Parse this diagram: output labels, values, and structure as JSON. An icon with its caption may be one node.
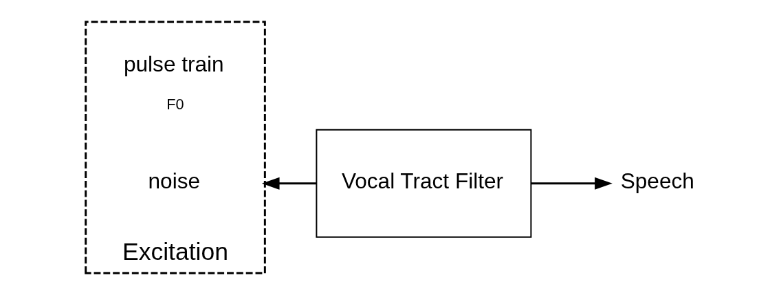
{
  "diagram": {
    "nodes": [
      {
        "text": [
          "Excitation"
        ]
      },
      {
        "text": [
          "noise"
        ],
        "in": 0
      },
      {
        "text": [
          "pulse train"
        ],
        "beside": [
          "F0"
        ],
        "in": 0
      },
      {
        "text": [
          "Vocal Tract Filter"
        ]
      },
      {
        "text": [
          "Speech"
        ]
      }
    ],
    "edges": [
      {
        "from": 3,
        "to": 0,
        "arrow": "to"
      },
      {
        "from": 3,
        "to": 4,
        "arrow": "to"
      }
    ]
  }
}
